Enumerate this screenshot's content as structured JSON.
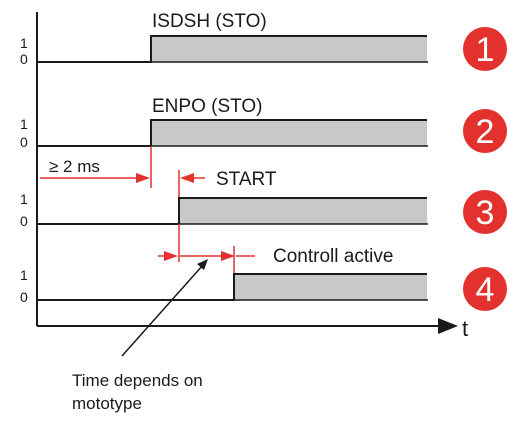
{
  "signals": [
    {
      "name": "ISDSH (STO)",
      "level_high": "1",
      "level_low": "0",
      "badge": "1"
    },
    {
      "name": "ENPO (STO)",
      "level_high": "1",
      "level_low": "0",
      "badge": "2"
    },
    {
      "name": "START",
      "level_high": "1",
      "level_low": "0",
      "badge": "3"
    },
    {
      "name": "Controll active",
      "level_high": "1",
      "level_low": "0",
      "badge": "4"
    }
  ],
  "delay_label": "≥ 2 ms",
  "time_axis_label": "t",
  "note_line1": "Time depends on",
  "note_line2": "mototype",
  "colors": {
    "line": "#1a1a1a",
    "pulse_fill": "#c8c8c8",
    "arrow_red": "#e3312d",
    "badge": "#e3312d"
  }
}
